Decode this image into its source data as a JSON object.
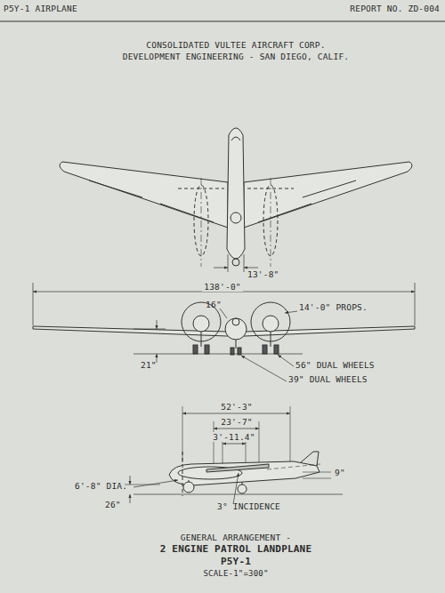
{
  "diagram": {
    "labels": [
      "P5Y-1 AIRPLANE",
      "REPORT NO. ZD-004",
      "CONSOLIDATED VULTEE AIRCRAFT CORP.",
      "DEVELOPMENT ENGINEERING - SAN DIEGO, CALIF.",
      "13'-8\"",
      "138'-0\"",
      "16\"",
      "14'-0\" PROPS.",
      "21\"",
      "56\" DUAL WHEELS",
      "39\" DUAL WHEELS",
      "52'-3\"",
      "23'-7\"",
      "3'-11.4\"",
      "6'-8\" DIA.",
      "9\"",
      "26\"",
      "3° INCIDENCE",
      "GENERAL ARRANGEMENT -",
      "2 ENGINE PATROL LANDPLANE",
      "P5Y-1",
      "SCALE-1\"=300\""
    ]
  }
}
